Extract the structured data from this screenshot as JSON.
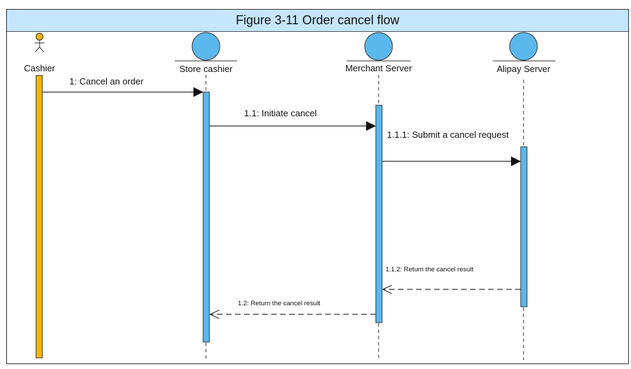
{
  "figure": {
    "title": "Figure 3-11 Order cancel flow",
    "colors": {
      "title_bg": "#c5e6fd",
      "actor": "#f5b800",
      "lifeline_object": "#5bb8ec",
      "line": "#333333"
    }
  },
  "participants": [
    {
      "id": "cashier",
      "label": "Cashier",
      "kind": "actor"
    },
    {
      "id": "store",
      "label": "Store cashier",
      "kind": "entity"
    },
    {
      "id": "merchant",
      "label": "Merchant Server",
      "kind": "entity"
    },
    {
      "id": "alipay",
      "label": "Alipay Server",
      "kind": "entity"
    }
  ],
  "messages": [
    {
      "label": "1: Cancel an order",
      "from": "cashier",
      "to": "store",
      "type": "sync"
    },
    {
      "label": "1.1: Initiate cancel",
      "from": "store",
      "to": "merchant",
      "type": "sync"
    },
    {
      "label": "1.1.1: Submit a cancel request",
      "from": "merchant",
      "to": "alipay",
      "type": "sync"
    },
    {
      "label": "1.1.2: Return the cancel result",
      "from": "alipay",
      "to": "merchant",
      "type": "return"
    },
    {
      "label": "1.2: Return the cancel result",
      "from": "merchant",
      "to": "store",
      "type": "return"
    }
  ]
}
